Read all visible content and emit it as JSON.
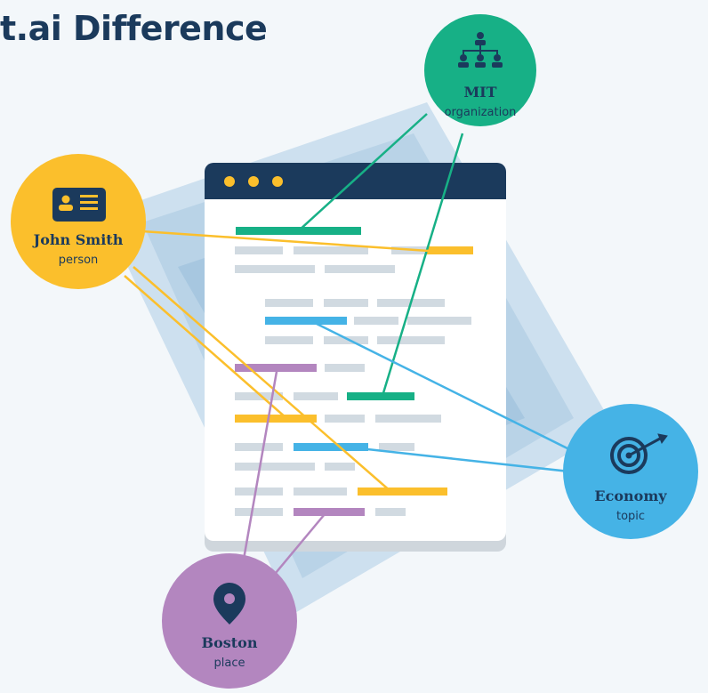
{
  "header": {
    "title": "t.ai Difference"
  },
  "colors": {
    "background": "#f3f7fa",
    "navy": "#1b3a5c",
    "person": "#fbbf2c",
    "organization": "#17b086",
    "topic": "#45b3e6",
    "place": "#b386bf",
    "placeholder_line": "#d1dae1",
    "document_shadow": "#cfd6dc",
    "backdrop": "#b8d3e6"
  },
  "entities": {
    "person": {
      "name": "John Smith",
      "type": "person",
      "icon": "id-card-icon"
    },
    "organization": {
      "name": "MIT",
      "type": "organization",
      "icon": "org-chart-icon"
    },
    "topic": {
      "name": "Economy",
      "type": "topic",
      "icon": "target-icon"
    },
    "place": {
      "name": "Boston",
      "type": "place",
      "icon": "map-pin-icon"
    }
  },
  "document": {
    "window_controls": [
      "dot",
      "dot",
      "dot"
    ],
    "icon": "browser-window-icon"
  }
}
